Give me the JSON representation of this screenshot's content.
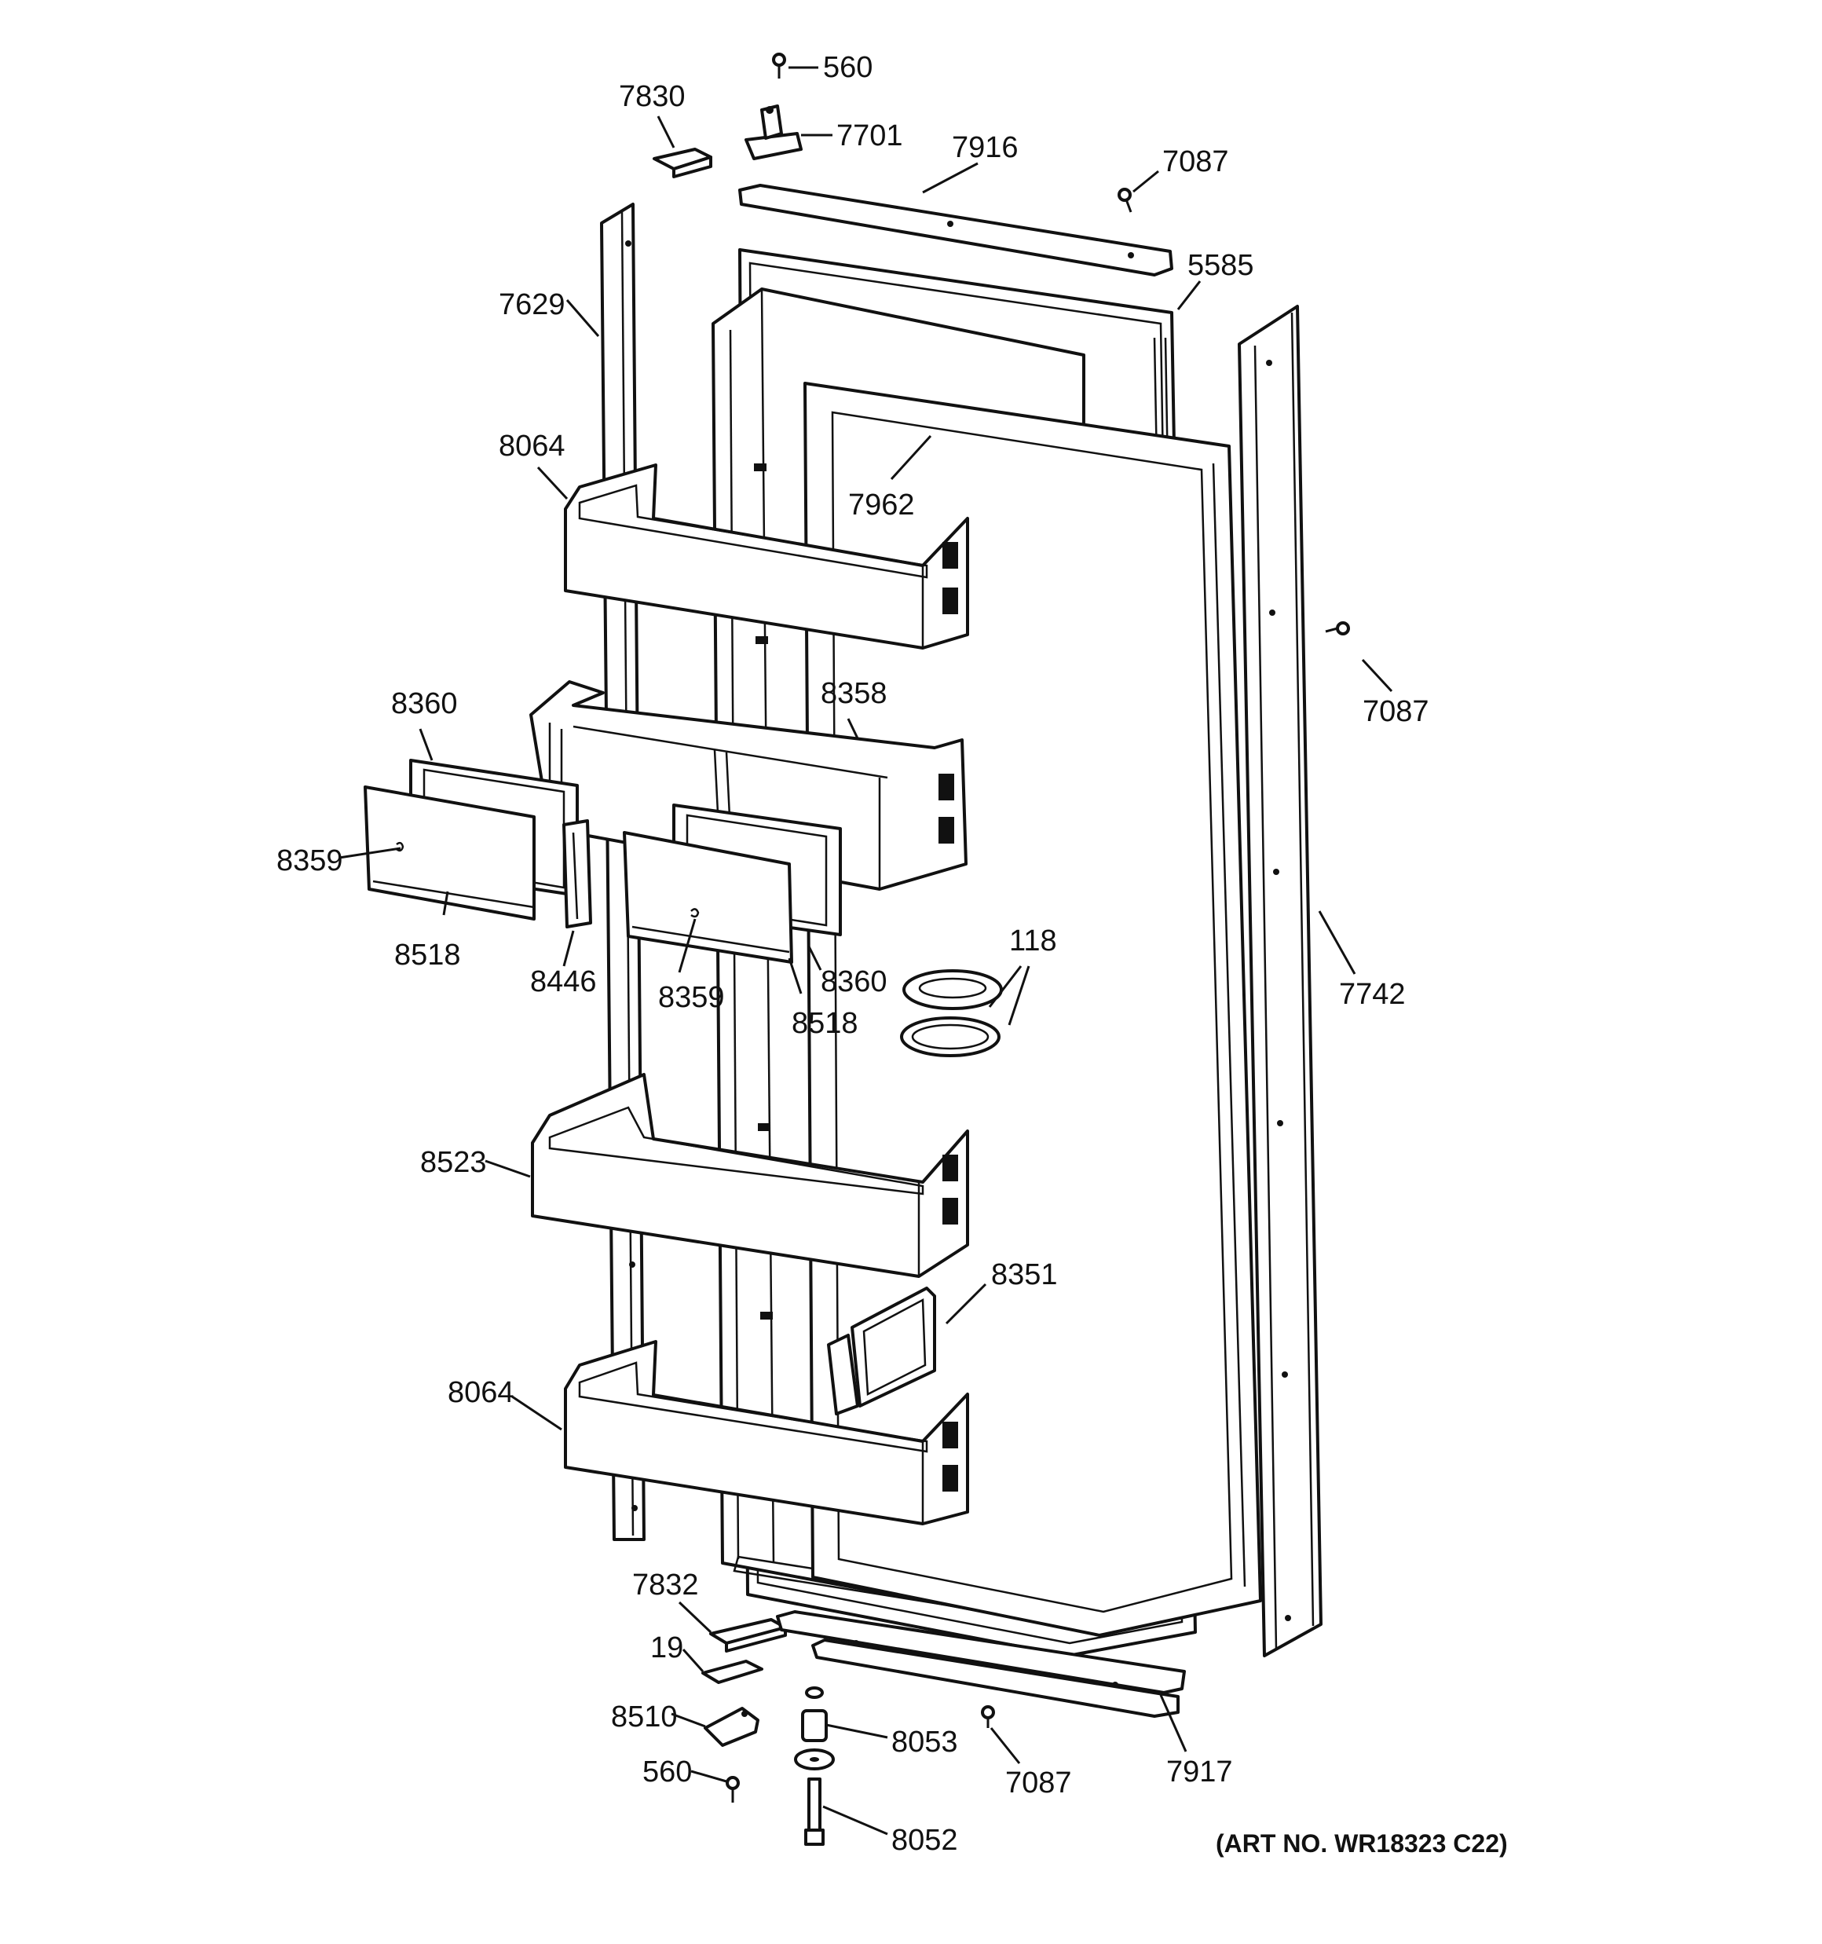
{
  "labels": {
    "p560_top": "560",
    "p7830": "7830",
    "p7701": "7701",
    "p7916": "7916",
    "p7087_top": "7087",
    "p5585": "5585",
    "p7629": "7629",
    "p8064_top": "8064",
    "p7962": "7962",
    "p7087_right": "7087",
    "p8360_left": "8360",
    "p8358": "8358",
    "p8359_left": "8359",
    "p8518_left": "8518",
    "p8446": "8446",
    "p8359_mid": "8359",
    "p8360_mid": "8360",
    "p8518_mid": "8518",
    "p118": "118",
    "p7742": "7742",
    "p8523": "8523",
    "p8351": "8351",
    "p8064_bottom": "8064",
    "p7832": "7832",
    "p19": "19",
    "p8510": "8510",
    "p560_bottom": "560",
    "p8053": "8053",
    "p7087_bottom": "7087",
    "p7917": "7917",
    "p8052": "8052"
  },
  "art_number": "(ART NO. WR18323 C22)"
}
